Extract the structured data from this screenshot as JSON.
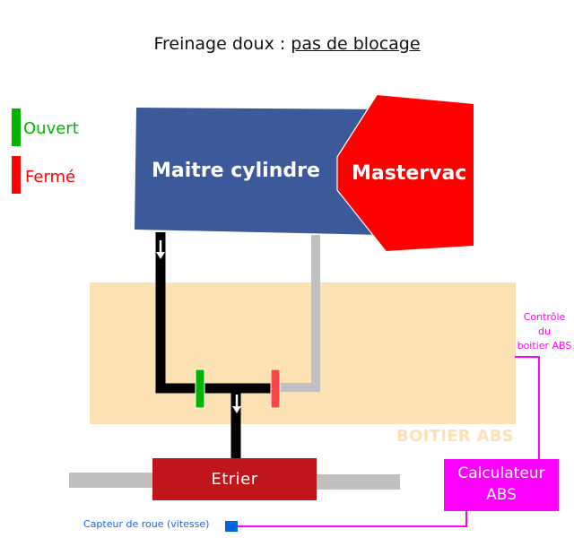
{
  "title": {
    "prefix": "Freinage doux : ",
    "emphasis": "pas de blocage"
  },
  "legend": {
    "items": [
      {
        "label": "Ouvert",
        "color": "#00b400"
      },
      {
        "label": "Fermé",
        "color": "#ff0000"
      }
    ]
  },
  "components": {
    "maitre_cylindre": {
      "label": "Maitre cylindre",
      "color": "#3c5a9a"
    },
    "mastervac": {
      "label": "Mastervac",
      "color": "#ff0000"
    },
    "boitier_abs": {
      "label": "BOITIER ABS",
      "color": "#fce1b3"
    },
    "etrier": {
      "label": "Etrier",
      "color": "#be161b"
    },
    "calculateur": {
      "line1": "Calculateur",
      "line2": "ABS",
      "color": "#ff00ff"
    },
    "capteur": {
      "label": "Capteur de roue (vitesse)",
      "color": "#0066dd"
    }
  },
  "annotations": {
    "controle": {
      "line1": "Contrôle",
      "line2": "du",
      "line3": "boitier ABS"
    }
  },
  "valves": [
    {
      "name": "valve-entry",
      "state": "Ouvert",
      "color": "#00b400"
    },
    {
      "name": "valve-exit",
      "state": "Fermé",
      "color": "#ff4444"
    }
  ],
  "lines": {
    "pressure_active": "#000000",
    "pressure_inactive": "#c0c0c0",
    "control_signal": "#ff00ff"
  }
}
